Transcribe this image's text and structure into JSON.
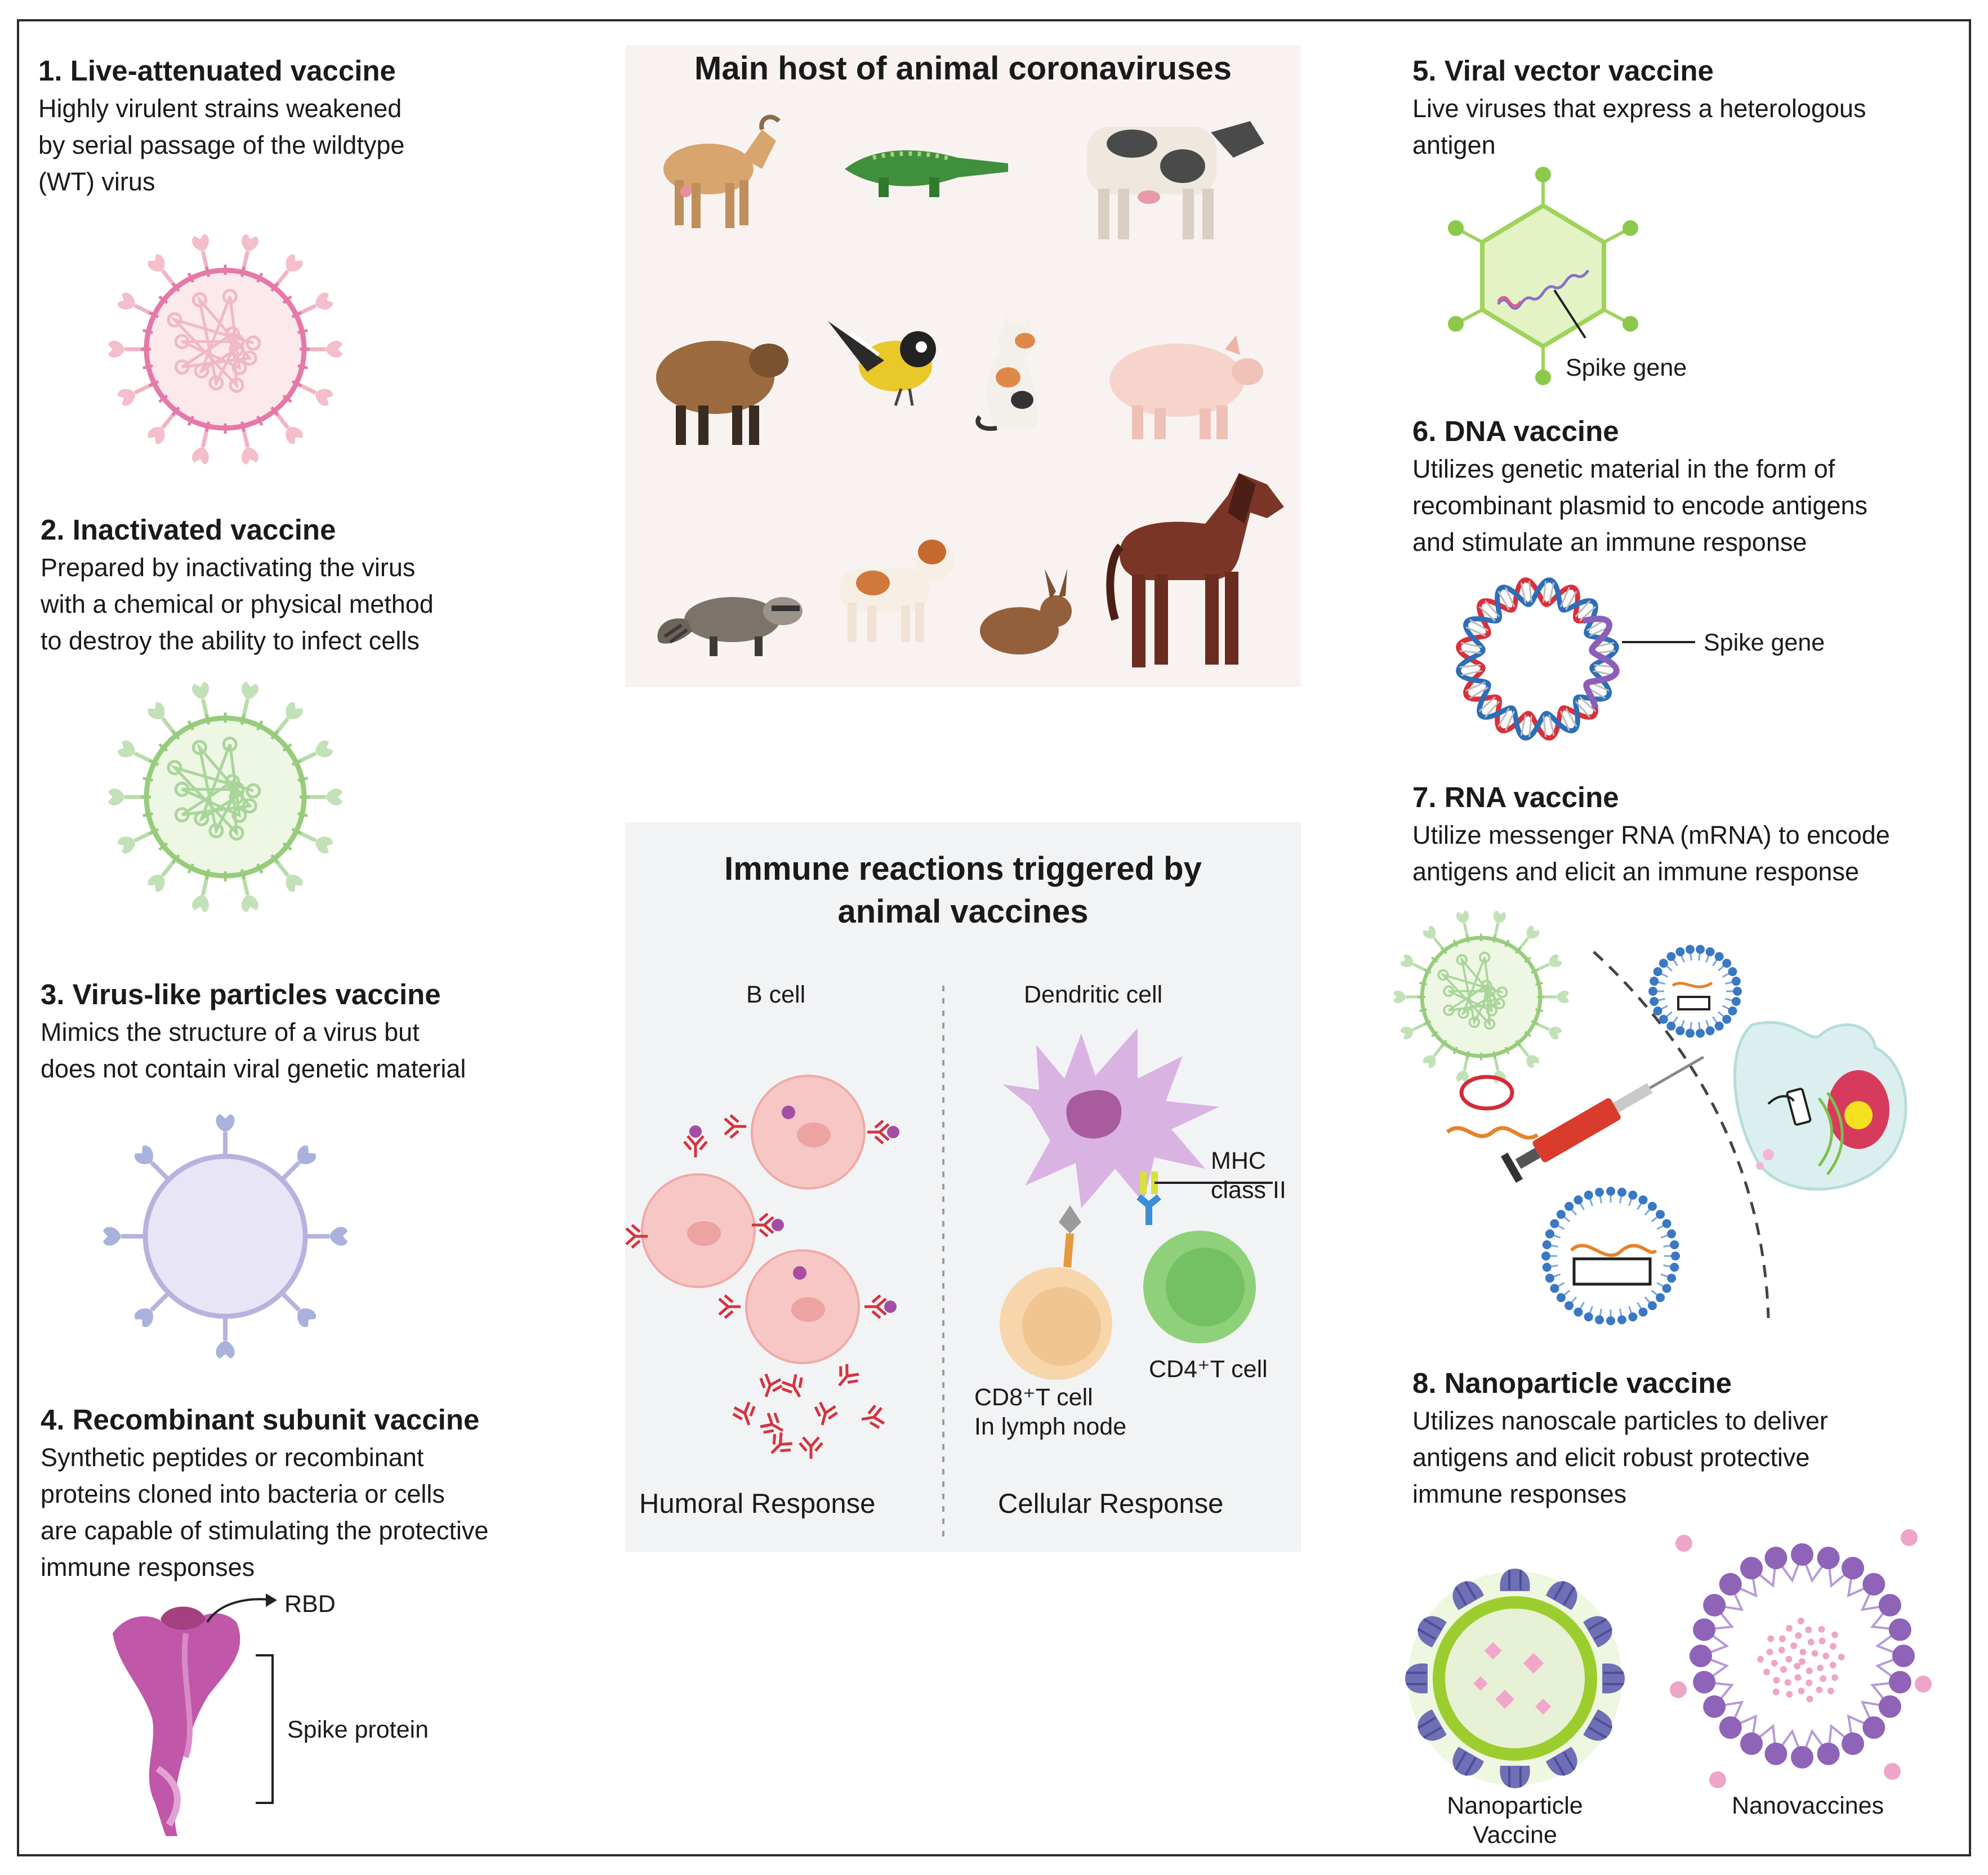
{
  "left": {
    "s1": {
      "title": "1. Live-attenuated vaccine",
      "lines": [
        "Highly virulent strains weakened",
        "by serial passage of the wildtype",
        "(WT) virus"
      ]
    },
    "s2": {
      "title": "2. Inactivated vaccine",
      "lines": [
        "Prepared by inactivating the virus",
        "with a chemical or physical method",
        "to destroy the ability to infect cells"
      ]
    },
    "s3": {
      "title": "3. Virus-like particles vaccine",
      "lines": [
        "Mimics the structure of a virus but",
        "does not contain viral genetic material"
      ]
    },
    "s4": {
      "title": "4. Recombinant subunit vaccine",
      "lines": [
        "Synthetic peptides or recombinant",
        "proteins cloned into bacteria or cells",
        "are capable of stimulating the protective",
        "immune responses"
      ],
      "rbd": "RBD",
      "spike": "Spike protein"
    }
  },
  "hosts": {
    "title": "Main host of animal coronaviruses"
  },
  "immune": {
    "title_lines": [
      "Immune reactions triggered by",
      "animal vaccines"
    ],
    "b_cell": "B cell",
    "dendritic_cell": "Dendritic cell",
    "mhc_lines": [
      "MHC",
      "class II"
    ],
    "cd4": "CD4⁺T cell",
    "cd8_lines": [
      "CD8⁺T cell",
      "In lymph node"
    ],
    "humoral": "Humoral Response",
    "cellular": "Cellular Response"
  },
  "right": {
    "s5": {
      "title": "5. Viral vector vaccine",
      "lines": [
        "Live viruses that express a heterologous",
        "antigen"
      ],
      "gene": "Spike gene"
    },
    "s6": {
      "title": "6. DNA vaccine",
      "lines": [
        "Utilizes genetic material in the form of",
        "recombinant plasmid to encode antigens",
        "and stimulate an immune response"
      ],
      "gene": "Spike gene"
    },
    "s7": {
      "title": "7. RNA vaccine",
      "lines": [
        "Utilize messenger RNA (mRNA) to encode",
        "antigens and elicit an immune response"
      ]
    },
    "s8": {
      "title": "8. Nanoparticle vaccine",
      "lines": [
        "Utilizes nanoscale particles to deliver",
        "antigens and elicit robust protective",
        "immune responses"
      ],
      "np_lines": [
        "Nanoparticle",
        "Vaccine"
      ],
      "nanovaccines": "Nanovaccines"
    }
  }
}
